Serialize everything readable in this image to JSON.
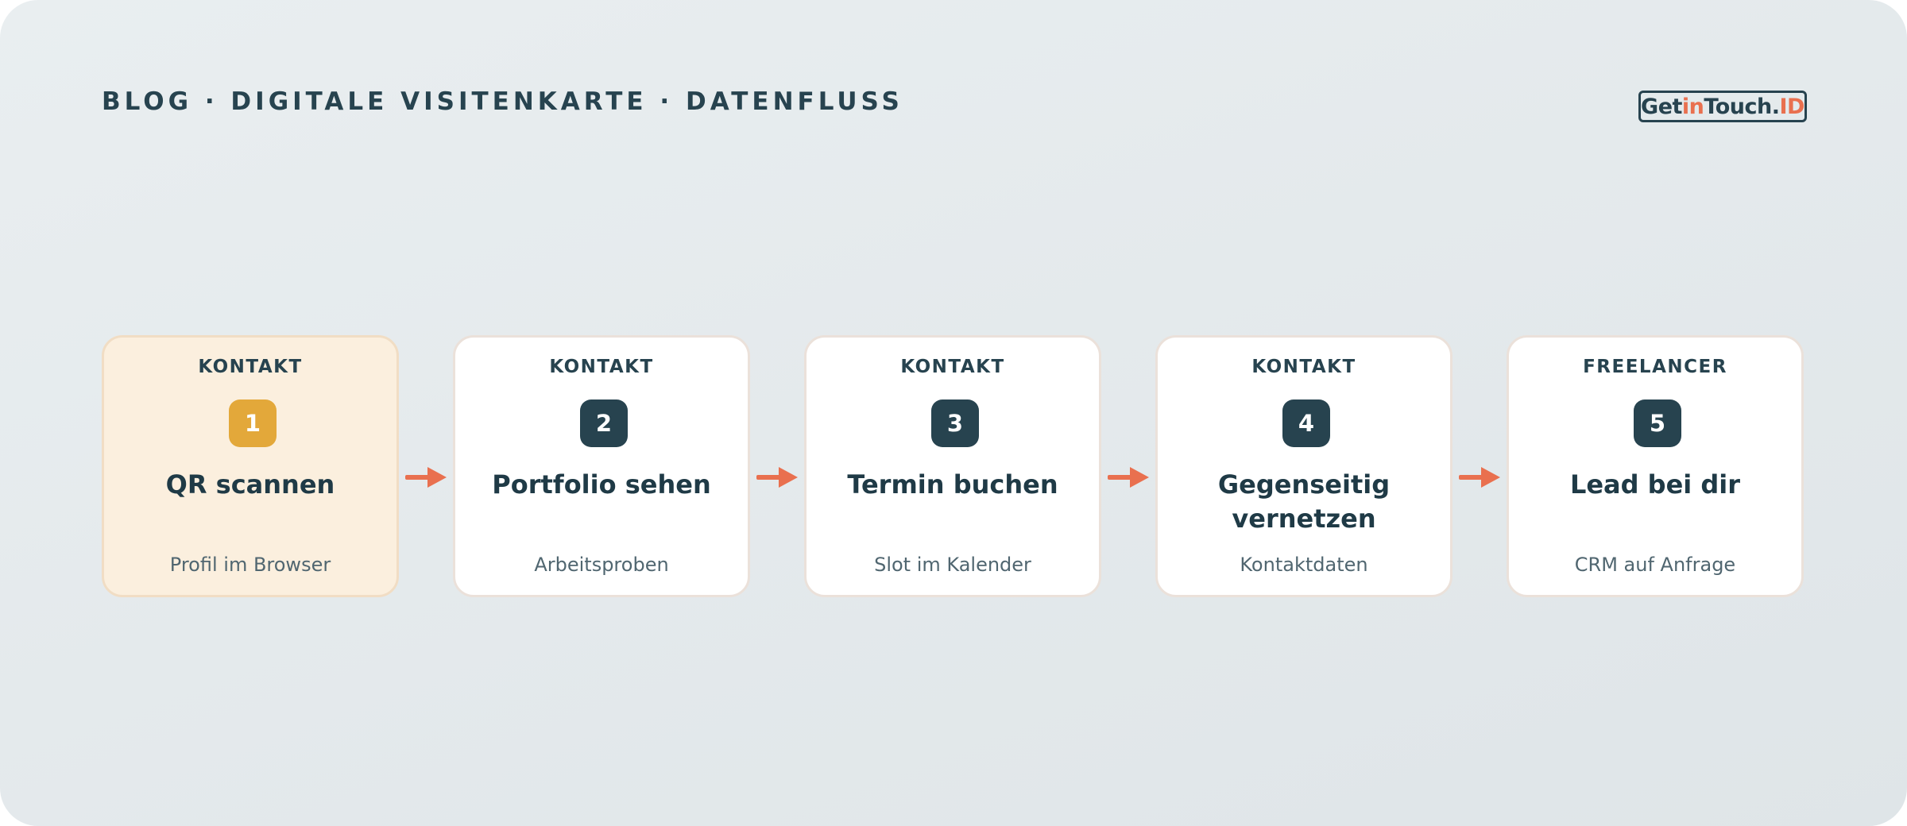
{
  "header": {
    "title": "BLOG · DIGITALE VISITENKARTE · DATENFLUSS"
  },
  "logo": {
    "text_part1": "Get",
    "text_part2": "in",
    "text_part3": "Touch.",
    "text_part4": "ID",
    "colors": {
      "dark": "#27434f",
      "accent": "#e9704f"
    }
  },
  "steps": [
    {
      "category": "KONTAKT",
      "number": "1",
      "title": "QR scannen",
      "subtitle": "Profil im Browser",
      "highlight": true
    },
    {
      "category": "KONTAKT",
      "number": "2",
      "title": "Portfolio sehen",
      "subtitle": "Arbeitsproben",
      "highlight": false
    },
    {
      "category": "KONTAKT",
      "number": "3",
      "title": "Termin buchen",
      "subtitle": "Slot im Kalender",
      "highlight": false
    },
    {
      "category": "KONTAKT",
      "number": "4",
      "title": "Gegenseitig vernetzen",
      "subtitle": "Kontaktdaten",
      "highlight": false
    },
    {
      "category": "FREELANCER",
      "number": "5",
      "title": "Lead bei dir",
      "subtitle": "CRM auf Anfrage",
      "highlight": false
    }
  ],
  "colors": {
    "primary_dark": "#27434f",
    "accent_orange": "#e9704f",
    "highlight_yellow": "#e3a83a",
    "highlight_card_bg": "#fbefde"
  },
  "icons": {
    "connector": "arrow-right-icon"
  }
}
